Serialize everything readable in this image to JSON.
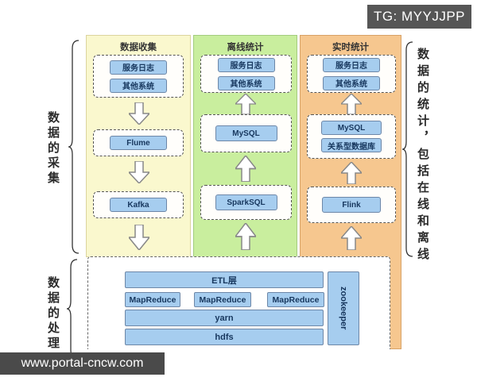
{
  "badge": {
    "label": "TG: MYYJJPP"
  },
  "watermark": {
    "label": "www.portal-cncw.com"
  },
  "annotations": {
    "left_top": "数据的采集",
    "left_bottom": "数据的处理",
    "right": "数据的统计，包括在线和离线"
  },
  "columns": [
    {
      "title": "数据收集",
      "sources": [
        "服务日志",
        "其他系统"
      ],
      "stage1": "Flume",
      "stage2": "Kafka"
    },
    {
      "title": "离线统计",
      "sources": [
        "服务日志",
        "其他系统"
      ],
      "storage": "MySQL",
      "engine": "SparkSQL"
    },
    {
      "title": "实时统计",
      "sources": [
        "服务日志",
        "其他系统"
      ],
      "storage": "MySQL",
      "storage_note": "关系型数据库",
      "engine": "Flink"
    }
  ],
  "processing": {
    "etl": "ETL层",
    "mapreduce": [
      "MapReduce",
      "MapReduce",
      "MapReduce"
    ],
    "yarn": "yarn",
    "hdfs": "hdfs",
    "zookeeper": "zookeeper"
  },
  "colors": {
    "collection_bg": "#faf8ce",
    "offline_bg": "#c9ee9e",
    "realtime_bg": "#f6c78f",
    "node_fill": "#a6cdef",
    "node_border": "#6d87a8",
    "node_text": "#17375e",
    "badge_bg": "#565656"
  }
}
